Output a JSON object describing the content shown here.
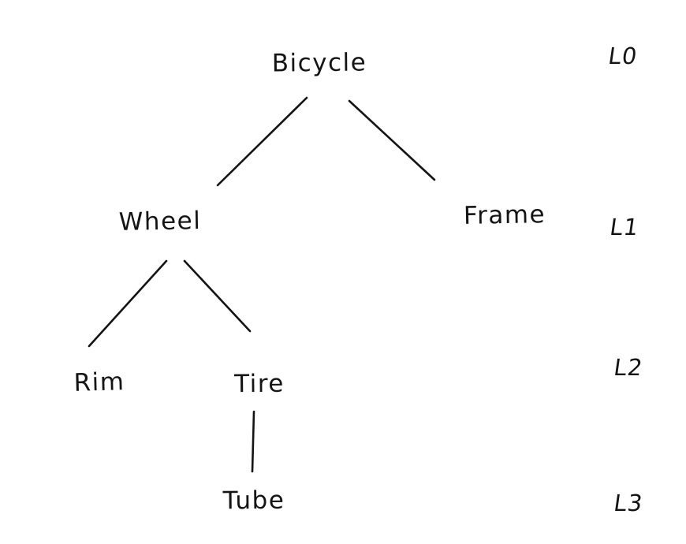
{
  "diagram": {
    "type": "tree",
    "background_color": "#ffffff",
    "ink_color": "#141414",
    "nodes": [
      {
        "id": "bicycle",
        "label": "Bicycle",
        "level": 0,
        "parent": null
      },
      {
        "id": "wheel",
        "label": "Wheel",
        "level": 1,
        "parent": "bicycle"
      },
      {
        "id": "frame",
        "label": "Frame",
        "level": 1,
        "parent": "bicycle"
      },
      {
        "id": "rim",
        "label": "Rim",
        "level": 2,
        "parent": "wheel"
      },
      {
        "id": "tire",
        "label": "Tire",
        "level": 2,
        "parent": "wheel"
      },
      {
        "id": "tube",
        "label": "Tube",
        "level": 3,
        "parent": "tire"
      }
    ],
    "edges": [
      {
        "from": "Bicycle",
        "to": "Wheel"
      },
      {
        "from": "Bicycle",
        "to": "Frame"
      },
      {
        "from": "Wheel",
        "to": "Rim"
      },
      {
        "from": "Wheel",
        "to": "Tire"
      },
      {
        "from": "Tire",
        "to": "Tube"
      }
    ],
    "levels": [
      {
        "label": "L0"
      },
      {
        "label": "L1"
      },
      {
        "label": "L2"
      },
      {
        "label": "L3"
      }
    ]
  }
}
